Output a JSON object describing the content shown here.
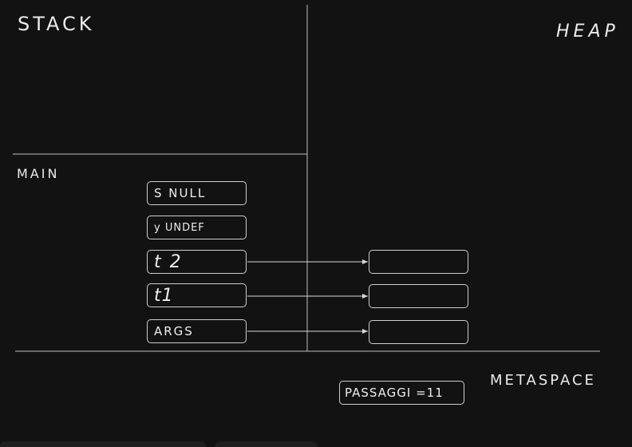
{
  "regions": {
    "stack": "STACK",
    "heap": "HEAP",
    "frame": "MAIN",
    "metaspace": "METASPACE"
  },
  "stack_frame": [
    {
      "id": "s",
      "text": "S  NULL"
    },
    {
      "id": "y",
      "text": "y UNDEF"
    },
    {
      "id": "t2",
      "text": "t 2"
    },
    {
      "id": "t1",
      "text": "t1"
    },
    {
      "id": "args",
      "text": "ARGS"
    }
  ],
  "heap_objects": [
    {
      "id": "t2-obj",
      "text": ""
    },
    {
      "id": "t1-obj",
      "text": ""
    },
    {
      "id": "args-obj",
      "text": ""
    }
  ],
  "references": [
    {
      "from": "t2",
      "to": "t2-obj"
    },
    {
      "from": "t1",
      "to": "t1-obj"
    },
    {
      "from": "args",
      "to": "args-obj"
    }
  ],
  "metaspace_items": [
    {
      "id": "passaggi",
      "text": "PASSAGGI =11"
    }
  ],
  "colors": {
    "background": "#121212",
    "stroke": "#cfcfcf",
    "text": "#ececec"
  }
}
